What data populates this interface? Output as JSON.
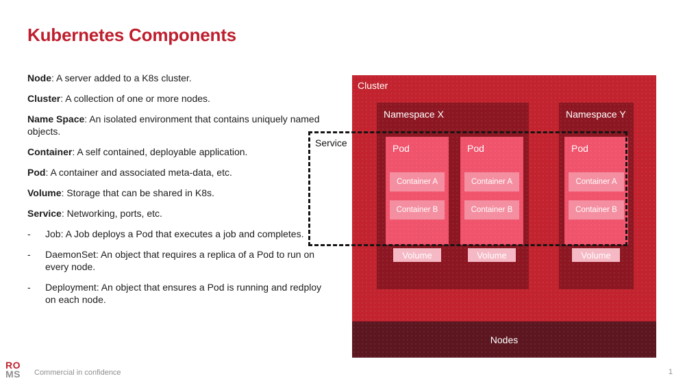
{
  "slide": {
    "title": "Kubernetes Components",
    "page_number": "1"
  },
  "footer": {
    "logo_line1": "RO",
    "logo_line2": "MS",
    "note": "Commercial in confidence"
  },
  "left_panel": {
    "bullet_marker": "-",
    "definitions": [
      {
        "term": "Node",
        "rest": ": A server added to a K8s cluster."
      },
      {
        "term": "Cluster",
        "rest": ": A collection of one or more nodes."
      },
      {
        "term": "Name Space",
        "rest": ": An isolated environment that contains uniquely named\nobjects."
      },
      {
        "term": "Container",
        "rest": ": A self contained, deployable application."
      },
      {
        "term": "Pod",
        "rest": ": A container and associated meta-data, etc."
      },
      {
        "term": "Volume",
        "rest": ": Storage that can be shared in K8s."
      },
      {
        "term": "Service",
        "rest": ": Networking, ports, etc."
      }
    ],
    "bullets": [
      "Job: A Job deploys a Pod that executes a job and completes.",
      "DaemonSet: An object that requires a replica of a Pod to run on\nevery node.",
      "Deployment: An object that ensures a Pod is running and redploy\non each node."
    ]
  },
  "diagram": {
    "cluster_label": "Cluster",
    "service_label": "Service",
    "nodes_label": "Nodes",
    "namespaces": [
      {
        "label": "Namespace X",
        "pods": [
          {
            "label": "Pod",
            "containers": [
              "Container A",
              "Container B"
            ],
            "volume": "Volume"
          },
          {
            "label": "Pod",
            "containers": [
              "Container A",
              "Container B"
            ],
            "volume": "Volume"
          }
        ]
      },
      {
        "label": "Namespace Y",
        "pods": [
          {
            "label": "Pod",
            "containers": [
              "Container A",
              "Container B"
            ],
            "volume": "Volume"
          }
        ]
      }
    ]
  },
  "colors": {
    "title": "#BE1E2D",
    "cluster": "#C2232E",
    "namespace": "#8C1722",
    "pod": "#F0536C",
    "container": "#F48FA1",
    "volume": "#F5B9C5",
    "nodes": "#5B1620",
    "dash": "#141414",
    "logo_red": "#C0202E",
    "logo_gray": "#8E8E8E",
    "footer_gray": "#8E8E8E"
  }
}
